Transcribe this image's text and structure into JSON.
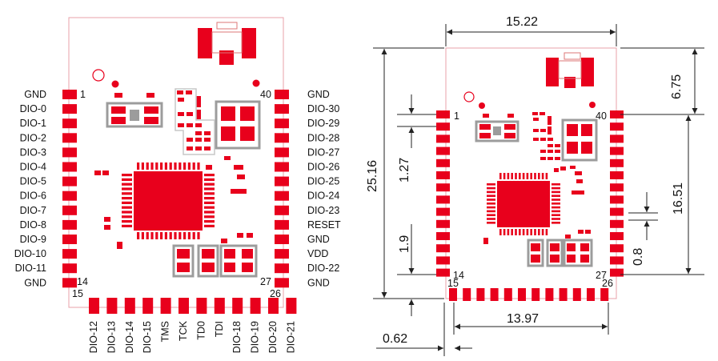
{
  "left_view": {
    "left_pins": [
      "GND",
      "DIO-0",
      "DIO-1",
      "DIO-2",
      "DIO-3",
      "DIO-4",
      "DIO-5",
      "DIO-6",
      "DIO-7",
      "DIO-8",
      "DIO-9",
      "DIO-10",
      "DIO-11",
      "GND"
    ],
    "right_pins": [
      "GND",
      "DIO-30",
      "DIO-29",
      "DIO-28",
      "DIO-27",
      "DIO-26",
      "DIO-25",
      "DIO-24",
      "DIO-23",
      "RESET",
      "GND",
      "VDD",
      "DIO-22",
      "GND"
    ],
    "bottom_pins": [
      "DIO-12",
      "DIO-13",
      "DIO-14",
      "DIO-15",
      "TMS",
      "TCK",
      "TD0",
      "TDI",
      "DIO-18",
      "DIO-19",
      "DIO-20",
      "DIO-21"
    ],
    "pin_numbers": {
      "top_left": "1",
      "top_right": "40",
      "bottom_left": "14",
      "bottom_right": "27",
      "bottom_row_start": "15",
      "bottom_row_end": "26"
    }
  },
  "right_view": {
    "pin_numbers": {
      "top_left": "1",
      "top_right": "40",
      "bottom_left": "14",
      "bottom_right": "27",
      "bottom_row_start": "15",
      "bottom_row_end": "26"
    },
    "dimensions": {
      "width_top": "15.22",
      "antenna_height": "6.75",
      "total_height": "25.16",
      "pin_pitch": "1.27",
      "pin_span_height": "16.51",
      "bottom_offset": "1.9",
      "pad_width": "0.8",
      "bottom_span": "13.97",
      "edge_offset": "0.62"
    }
  },
  "colors": {
    "pad": "#e8001c",
    "outline": "#e8a0a8",
    "gray": "#9c9c9c",
    "dimension": "#222222"
  }
}
